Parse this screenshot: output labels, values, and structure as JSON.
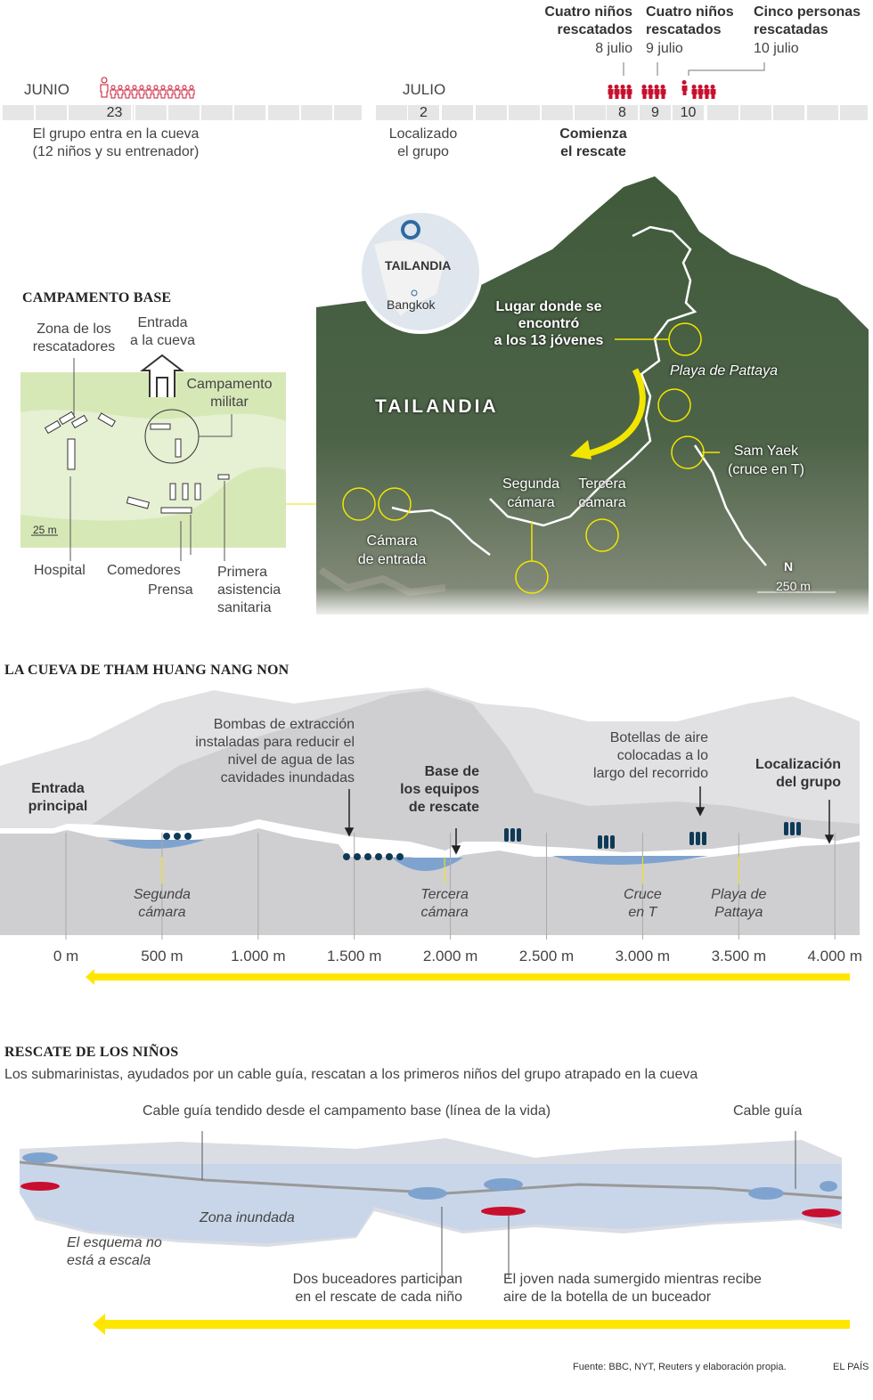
{
  "timeline": {
    "months": [
      {
        "label": "JUNIO"
      },
      {
        "label": "JULIO"
      }
    ],
    "days": {
      "d23": "23",
      "d2": "2",
      "d8": "8",
      "d9": "9",
      "d10": "10"
    },
    "events": [
      {
        "title": "Cuatro niños rescatados",
        "date": "8 julio"
      },
      {
        "title": "Cuatro niños rescatados",
        "date": "9 julio"
      },
      {
        "title": "Cinco personas rescatadas",
        "date": "10 julio"
      }
    ],
    "notes": {
      "enter_1": "El grupo entra en la cueva",
      "enter_2": "(12 niños y su entrenador)",
      "found_1": "Localizado",
      "found_2": "el grupo",
      "start_1": "Comienza",
      "start_2": "el rescate"
    },
    "colors": {
      "people": "#c8102e",
      "bar": "#e6e6e6"
    }
  },
  "camp": {
    "title": "CAMPAMENTO BASE",
    "labels": {
      "rescuers_1": "Zona de los",
      "rescuers_2": "rescatadores",
      "entrance_1": "Entrada",
      "entrance_2": "a la cueva",
      "military_1": "Campamento",
      "military_2": "militar",
      "hospital": "Hospital",
      "dining": "Comedores",
      "press": "Prensa",
      "aid_1": "Primera",
      "aid_2": "asistencia",
      "aid_3": "sanitaria",
      "scale": "25 m"
    },
    "colors": {
      "ground": "#d7e8b7"
    }
  },
  "map": {
    "country_big": "TAILANDIA",
    "inset_country": "TAILANDIA",
    "inset_city": "Bangkok",
    "found_1": "Lugar donde se",
    "found_2": "encontró",
    "found_3": "a los 13 jóvenes",
    "pattaya": "Playa de Pattaya",
    "samyaek_1": "Sam Yaek",
    "samyaek_2": "(cruce en T)",
    "second_1": "Segunda",
    "second_2": "cámara",
    "third_1": "Tercera",
    "third_2": "cámara",
    "entry_1": "Cámara",
    "entry_2": "de entrada",
    "scale": "250 m",
    "north": "N",
    "colors": {
      "marker": "#f2e600",
      "route": "#ffffff"
    }
  },
  "cave": {
    "title": "LA CUEVA DE THAM HUANG NANG NON",
    "entrance_1": "Entrada",
    "entrance_2": "principal",
    "pumps_1": "Bombas de extracción",
    "pumps_2": "instaladas para reducir el",
    "pumps_3": "nivel de agua de las",
    "pumps_4": "cavidades inundadas",
    "base_1": "Base de",
    "base_2": "los equipos",
    "base_3": "de rescate",
    "tanks_1": "Botellas de aire",
    "tanks_2": "colocadas a lo",
    "tanks_3": "largo del recorrido",
    "found_1": "Localización",
    "found_2": "del grupo",
    "points": [
      {
        "l1": "Segunda",
        "l2": "cámara",
        "m": 500
      },
      {
        "l1": "Tercera",
        "l2": "cámara",
        "m": 1970
      },
      {
        "l1": "Cruce",
        "l2": "en T",
        "m": 3000
      },
      {
        "l1": "Playa de",
        "l2": "Pattaya",
        "m": 3500
      }
    ],
    "ticks": [
      {
        "m": 0,
        "label": "0 m"
      },
      {
        "m": 500,
        "label": "500 m"
      },
      {
        "m": 1000,
        "label": "1.000 m"
      },
      {
        "m": 1500,
        "label": "1.500 m"
      },
      {
        "m": 2000,
        "label": "2.000 m"
      },
      {
        "m": 2500,
        "label": "2.500 m"
      },
      {
        "m": 3000,
        "label": "3.000 m"
      },
      {
        "m": 3500,
        "label": "3.500 m"
      },
      {
        "m": 4000,
        "label": "4.000 m"
      }
    ],
    "colors": {
      "water": "#7fa3cf",
      "rock": "#cfcfd2",
      "tank": "#0f3a57",
      "arrow": "#ffe600"
    }
  },
  "rescue": {
    "title": "RESCATE DE LOS NIÑOS",
    "subtitle": "Los submarinistas, ayudados por un cable guía, rescatan a los primeros niños del grupo atrapado en la cueva",
    "cable_long": "Cable guía tendido desde el campamento base (línea de la vida)",
    "cable": "Cable guía",
    "flooded": "Zona inundada",
    "scale_1": "El esquema no",
    "scale_2": "está a escala",
    "divers_1": "Dos buceadores participan",
    "divers_2": "en el rescate de cada niño",
    "kid_1": "El joven nada sumergido mientras recibe",
    "kid_2": "aire de la botella de un buceador"
  },
  "footer": {
    "source": "Fuente: BBC, NYT, Reuters y elaboración propia.",
    "brand": "EL PAÍS"
  }
}
